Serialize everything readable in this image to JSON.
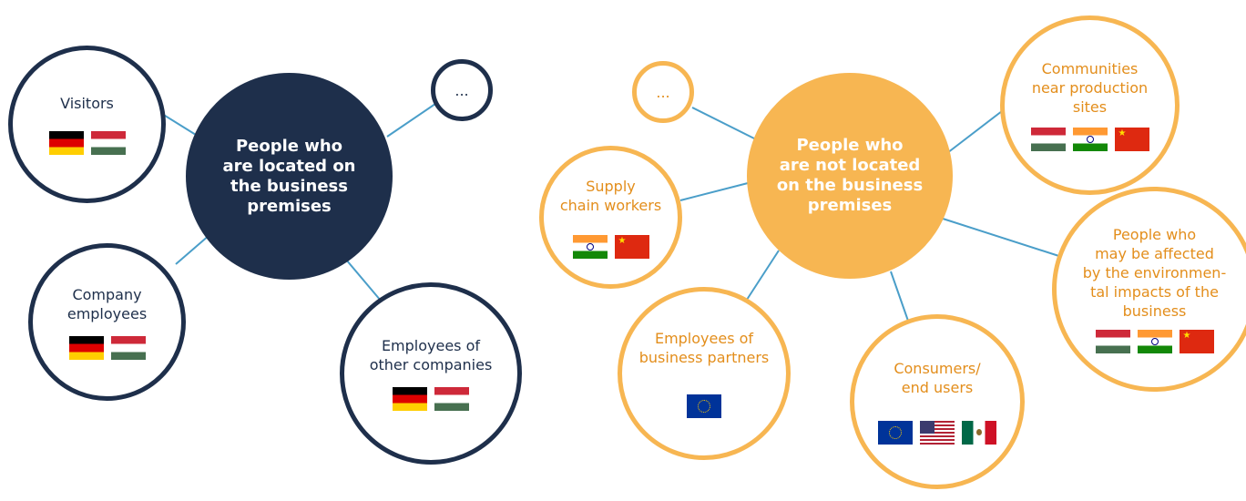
{
  "colors": {
    "navy": "#1e2f4b",
    "orange": "#f7b652",
    "orange_text": "#e38e1c",
    "connector": "#4a9ec9"
  },
  "left_group": {
    "hub_label": "People who\nare located on\nthe business\npremises",
    "nodes": [
      {
        "id": "visitors",
        "label": "Visitors",
        "flags": [
          "de",
          "hu"
        ]
      },
      {
        "id": "company-employees",
        "label": "Company\nemployees",
        "flags": [
          "de",
          "hu"
        ]
      },
      {
        "id": "employees-other-companies",
        "label": "Employees of\nother companies",
        "flags": [
          "de",
          "hu"
        ]
      },
      {
        "id": "more-left",
        "label": "...",
        "flags": []
      }
    ]
  },
  "right_group": {
    "hub_label": "People who\nare not located\non the business\npremises",
    "nodes": [
      {
        "id": "more-right",
        "label": "...",
        "flags": []
      },
      {
        "id": "supply-chain-workers",
        "label": "Supply\nchain workers",
        "flags": [
          "in",
          "cn"
        ]
      },
      {
        "id": "employees-business-partners",
        "label": "Employees of\nbusiness partners",
        "flags": [
          "eu"
        ]
      },
      {
        "id": "consumers",
        "label": "Consumers/\nend users",
        "flags": [
          "eu",
          "us",
          "mx"
        ]
      },
      {
        "id": "communities",
        "label": "Communities\nnear production\nsites",
        "flags": [
          "hu",
          "in",
          "cn"
        ]
      },
      {
        "id": "environmental-impacts",
        "label": "People who\nmay be affected\nby the environmen-\ntal impacts of the\nbusiness",
        "flags": [
          "hu",
          "in",
          "cn"
        ]
      }
    ]
  },
  "flag_names": {
    "de": "germany-flag-icon",
    "hu": "hungary-flag-icon",
    "in": "india-flag-icon",
    "cn": "china-flag-icon",
    "eu": "eu-flag-icon",
    "us": "usa-flag-icon",
    "mx": "mexico-flag-icon"
  }
}
